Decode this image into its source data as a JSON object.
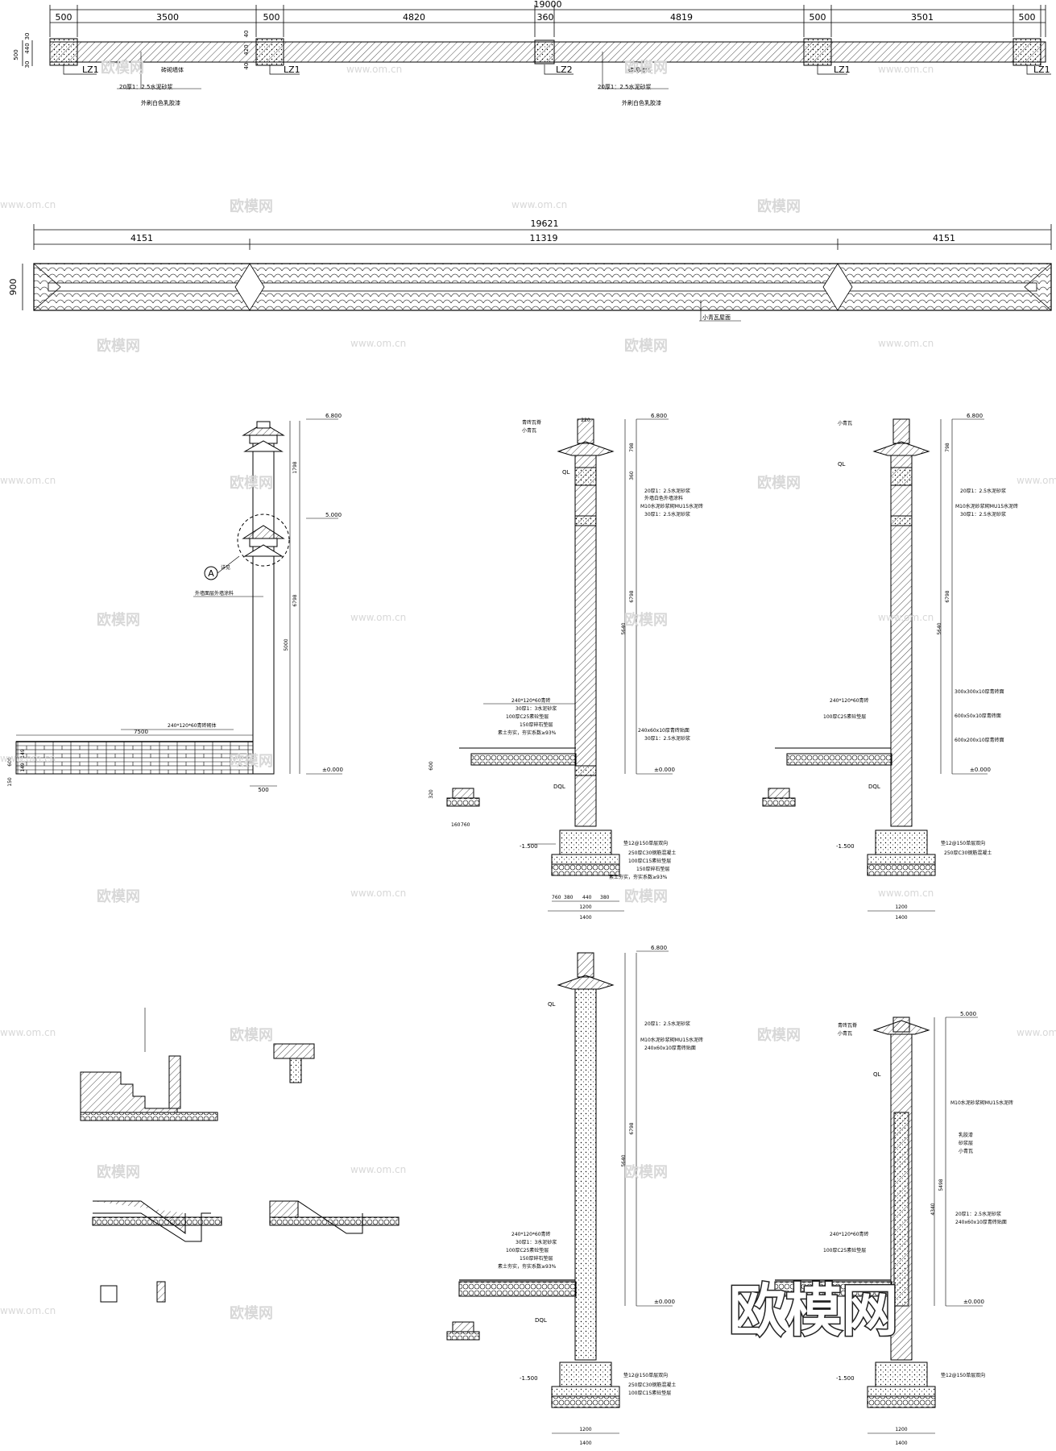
{
  "plan": {
    "total": "19000",
    "segments": [
      "500",
      "3500",
      "500",
      "4820",
      "360",
      "4819",
      "500",
      "3501",
      "500"
    ],
    "side_dims": [
      "500",
      "440",
      "30",
      "30",
      "40",
      "420",
      "40"
    ],
    "column_tags": [
      "LZ1",
      "LZ1",
      "LZ2",
      "LZ1",
      "LZ1"
    ],
    "notes": [
      "砖砌墙体",
      "20厚1：2.5水泥砂浆",
      "外刷白色乳胶漆"
    ]
  },
  "roof": {
    "total": "19621",
    "segments": [
      "4151",
      "11319",
      "4151"
    ],
    "height": "900",
    "note": "小青瓦屋面"
  },
  "elevation": {
    "levels": [
      "6.800",
      "5.000",
      "±0.000"
    ],
    "dims": [
      "1798",
      "6798",
      "5000",
      "7500",
      "600",
      "500",
      "149",
      "149",
      "150"
    ],
    "notes": [
      "外墙面层外墙涂料",
      "240*120*60青砖砌体",
      "详见"
    ],
    "marker": "A"
  },
  "sections": {
    "levels": [
      "6.800",
      "5.000",
      "±0.000",
      "-1.500"
    ],
    "dims": [
      "220",
      "798",
      "360",
      "6798",
      "5640",
      "600",
      "320",
      "250",
      "100",
      "160",
      "760",
      "1500",
      "250",
      "380",
      "440",
      "1200",
      "1400",
      "5498",
      "4340"
    ],
    "labels": [
      "QL",
      "DQL"
    ],
    "notes": [
      "青砖瓦脊",
      "小青瓦",
      "20厚1：2.5水泥砂浆",
      "外墙白色外墙涂料",
      "M10水泥砂浆砌MU15水泥砖",
      "30厚1：2.5水泥砂浆",
      "240*120*60青砖",
      "30厚1：3水泥砂浆",
      "100厚C25素砼垫层",
      "150厚碎石垫层",
      "素土夯实，夯实系数≥93%",
      "240x60x10厚青砖贴面",
      "30厚1：2.5水泥砂浆",
      "垫12@150单层双向",
      "250厚C30钢筋混凝土",
      "100厚C15素砼垫层",
      "300x300x10厚青砖面",
      "600x50x10厚青砖面",
      "600x200x10厚青砖面",
      "乳胶漆",
      "砂浆层",
      "小青瓦"
    ]
  },
  "watermarks": [
    "欧模网",
    "www.om.cn"
  ],
  "big_watermark": "欧模网"
}
